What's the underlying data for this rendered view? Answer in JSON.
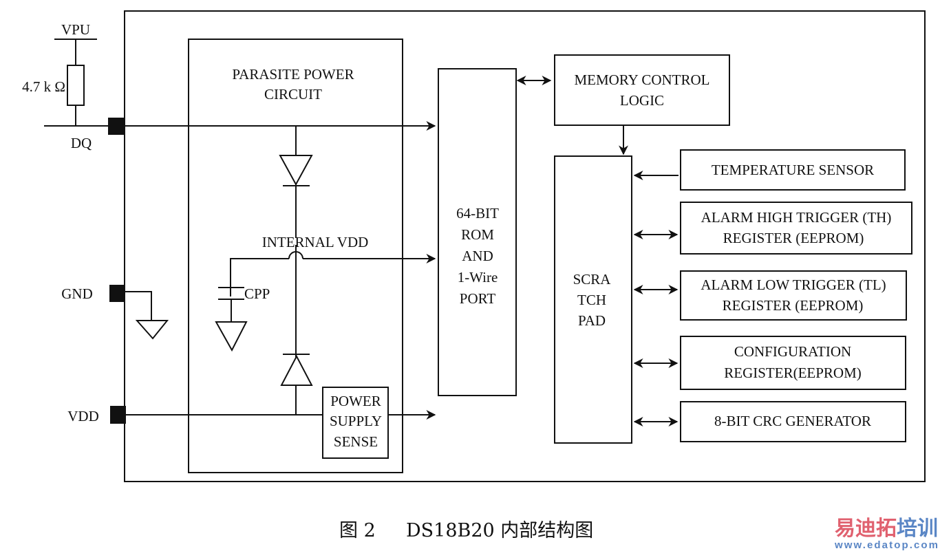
{
  "external": {
    "vpu_label": "VPU",
    "resistor_label": "4.7 k Ω",
    "pins": {
      "dq": "DQ",
      "gnd": "GND",
      "vdd": "VDD"
    }
  },
  "parasite_block": {
    "title_line1": "PARASITE POWER",
    "title_line2": "CIRCUIT",
    "internal_vdd_label": "INTERNAL VDD",
    "capacitor_label": "CPP",
    "power_supply_sense": [
      "POWER",
      "SUPPLY",
      "SENSE"
    ]
  },
  "rom_block": {
    "lines": [
      "64-BIT",
      "ROM",
      "AND",
      "1-Wire",
      "PORT"
    ]
  },
  "memory_control": {
    "line1": "MEMORY CONTROL",
    "line2": "LOGIC"
  },
  "scratchpad": {
    "lines": [
      "SCRA",
      "TCH",
      "PAD"
    ]
  },
  "registers": [
    {
      "line1": "TEMPERATURE SENSOR",
      "line2": "",
      "direction": "in"
    },
    {
      "line1": "ALARM HIGH TRIGGER (TH)",
      "line2": "REGISTER (EEPROM)",
      "direction": "bidirectional"
    },
    {
      "line1": "ALARM LOW TRIGGER (TL)",
      "line2": "REGISTER (EEPROM)",
      "direction": "bidirectional"
    },
    {
      "line1": "CONFIGURATION",
      "line2": "REGISTER(EEPROM)",
      "direction": "bidirectional"
    },
    {
      "line1": "8-BIT CRC GENERATOR",
      "line2": "",
      "direction": "bidirectional"
    }
  ],
  "caption": {
    "figure_label": "图 2",
    "title": "DS18B20 内部结构图"
  },
  "watermark": {
    "brand_red": "易迪拓",
    "brand_blue": "培训",
    "url": "www.edatop.com",
    "red_color": "#e0616f",
    "blue_color": "#5a86c5"
  }
}
